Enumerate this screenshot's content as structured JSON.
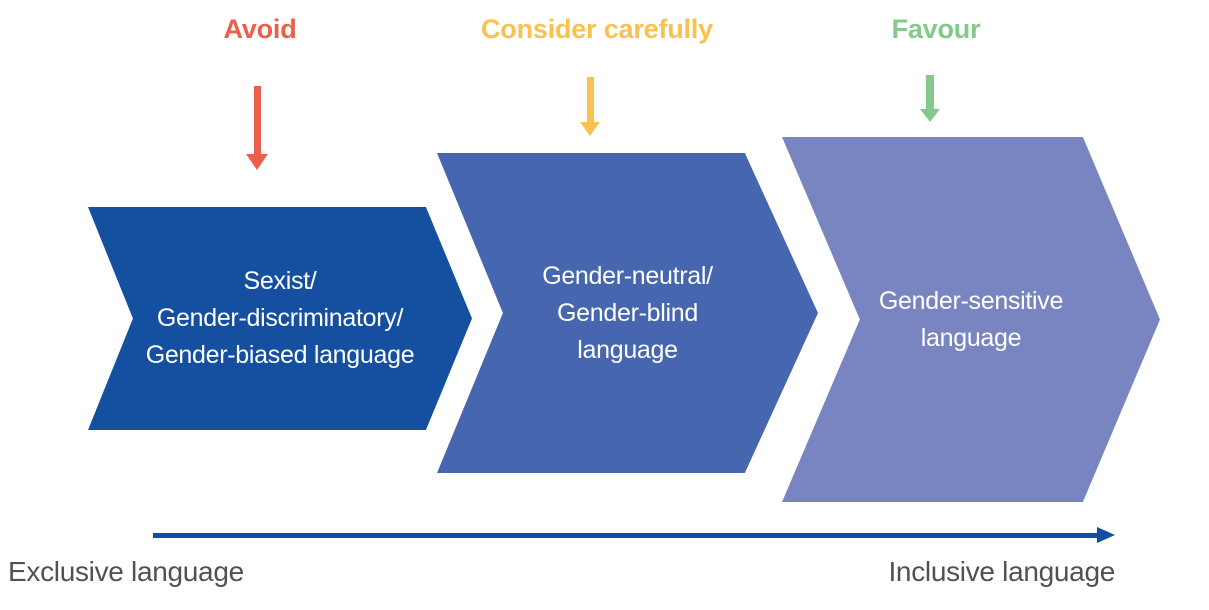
{
  "annotations": {
    "avoid": {
      "label": "Avoid",
      "color": "#EC5F4B"
    },
    "consider": {
      "label": "Consider carefully",
      "color": "#F9C150"
    },
    "favour": {
      "label": "Favour",
      "color": "#85C88B"
    }
  },
  "stages": [
    {
      "lines": [
        "Sexist/",
        "Gender-discriminatory/",
        "Gender-biased language"
      ],
      "color": "#14509F"
    },
    {
      "lines": [
        "Gender-neutral/",
        "Gender-blind",
        "language"
      ],
      "color": "#4667AF"
    },
    {
      "lines": [
        "Gender-sensitive",
        "language"
      ],
      "color": "#7885C1"
    }
  ],
  "axis": {
    "left_label": "Exclusive language",
    "right_label": "Inclusive language",
    "arrow_color": "#0F4EA5",
    "label_color": "#515154"
  }
}
